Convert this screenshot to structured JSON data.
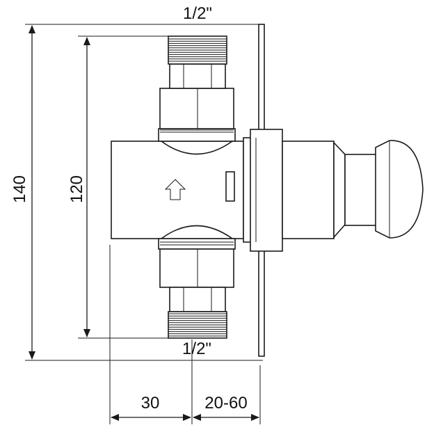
{
  "dimensions": {
    "top_thread": "1/2\"",
    "bottom_thread": "1/2\"",
    "overall_height": "140",
    "inner_height": "120",
    "offset_width": "30",
    "wall_range": "20-60"
  },
  "symbols": {
    "flow_direction": "up-arrow"
  },
  "colors": {
    "line": "#1a1a1a",
    "background": "#ffffff"
  }
}
